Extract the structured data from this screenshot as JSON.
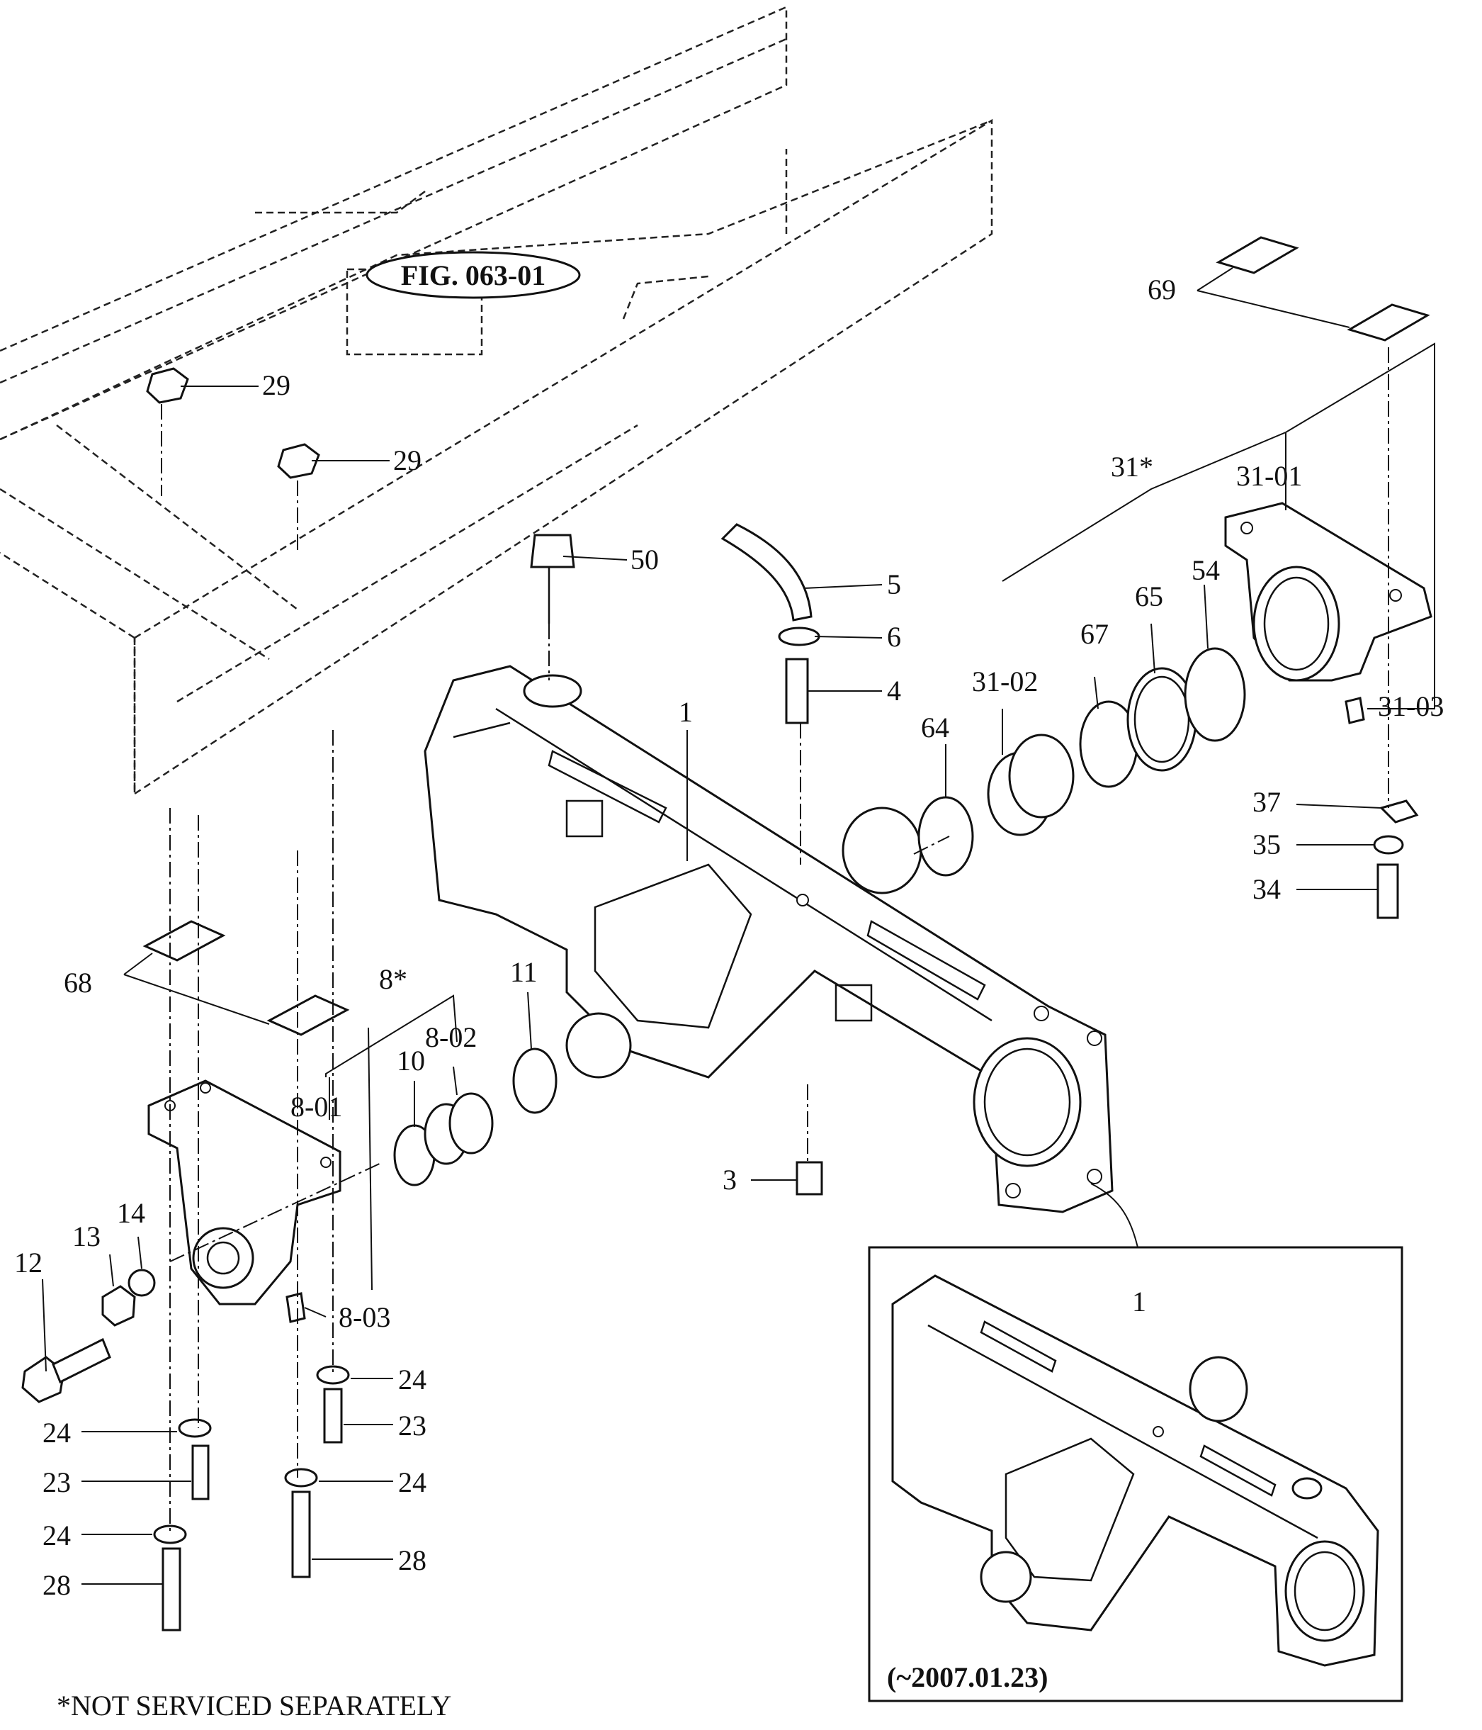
{
  "figure_ref": "FIG. 063-01",
  "inset_date": "(~2007.01.23)",
  "footnote": "*NOT SERVICED SEPARATELY",
  "labels": {
    "p1_main": "1",
    "p1_inset": "1",
    "p3": "3",
    "p4": "4",
    "p5": "5",
    "p6": "6",
    "p8": "8*",
    "p8_01": "8-01",
    "p8_02": "8-02",
    "p8_03": "8-03",
    "p10": "10",
    "p11": "11",
    "p12": "12",
    "p13": "13",
    "p14": "14",
    "p23_a": "23",
    "p23_b": "23",
    "p24_a": "24",
    "p24_b": "24",
    "p24_c": "24",
    "p24_d": "24",
    "p28_a": "28",
    "p28_b": "28",
    "p29_a": "29",
    "p29_b": "29",
    "p31": "31*",
    "p31_01": "31-01",
    "p31_02": "31-02",
    "p31_03": "31-03",
    "p34": "34",
    "p35": "35",
    "p37": "37",
    "p50": "50",
    "p54": "54",
    "p64": "64",
    "p65": "65",
    "p67": "67",
    "p68": "68",
    "p69": "69"
  }
}
